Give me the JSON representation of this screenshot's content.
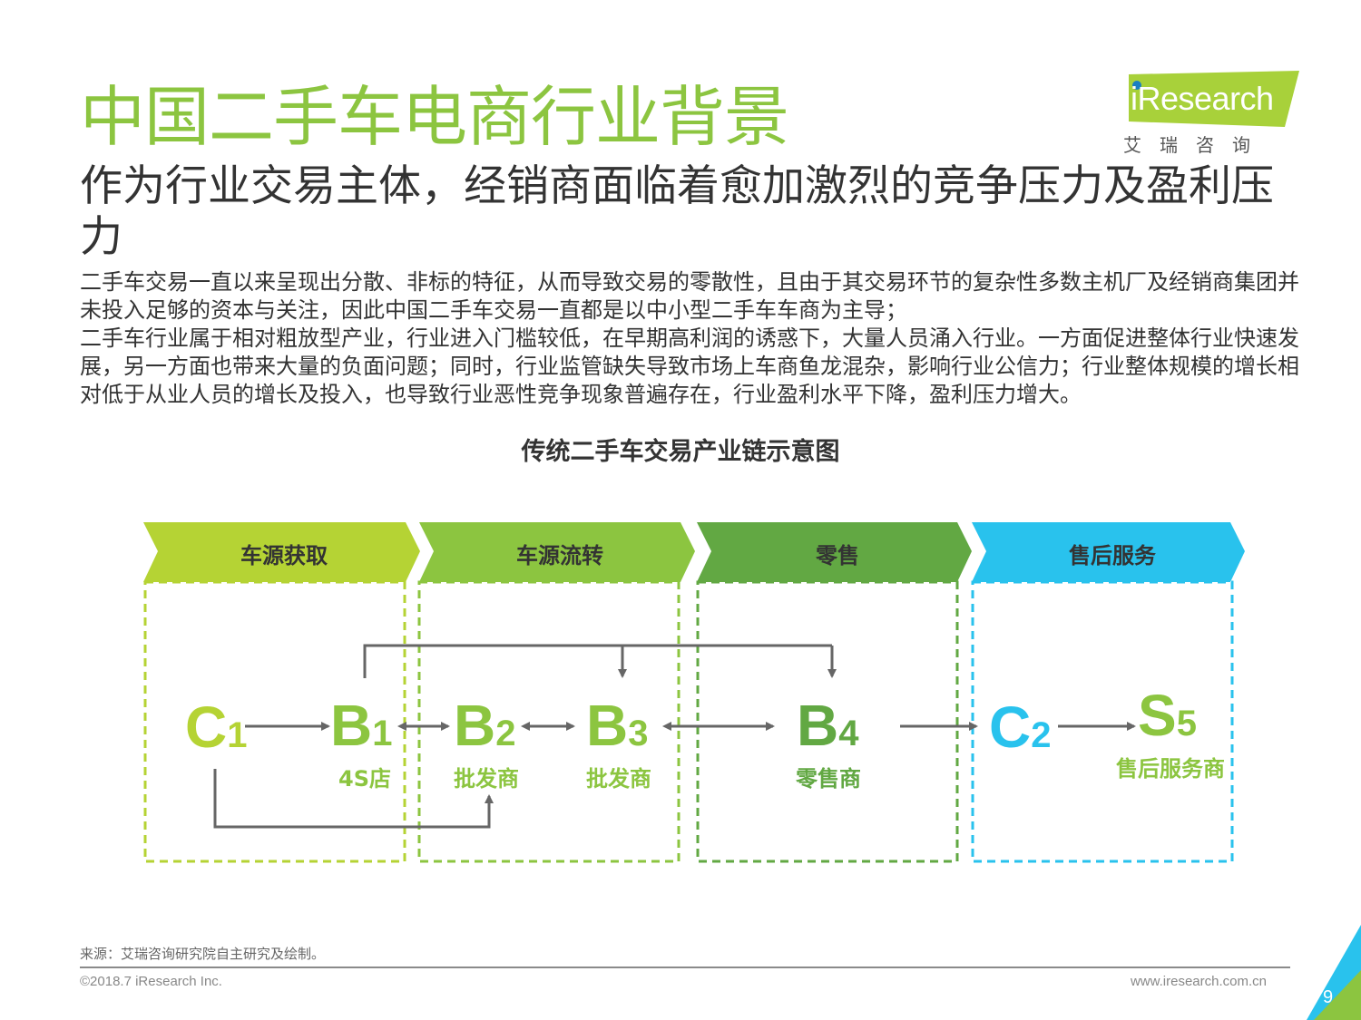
{
  "header": {
    "title": "中国二手车电商行业背景",
    "subtitle": "作为行业交易主体，经销商面临着愈加激烈的竞争压力及盈利压力"
  },
  "logo": {
    "text": "Research",
    "i_letter": "i",
    "chinese": "艾瑞咨询"
  },
  "body": {
    "paragraph1": "二手车交易一直以来呈现出分散、非标的特征，从而导致交易的零散性，且由于其交易环节的复杂性多数主机厂及经销商集团并未投入足够的资本与关注，因此中国二手车交易一直都是以中小型二手车车商为主导；",
    "paragraph2": "二手车行业属于相对粗放型产业，行业进入门槛较低，在早期高利润的诱惑下，大量人员涌入行业。一方面促进整体行业快速发展，另一方面也带来大量的负面问题；同时，行业监管缺失导致市场上车商鱼龙混杂，影响行业公信力；行业整体规模的增长相对低于从业人员的增长及投入，也导致行业恶性竞争现象普遍存在，行业盈利水平下降，盈利压力增大。"
  },
  "diagram": {
    "title": "传统二手车交易产业链示意图",
    "stages": [
      {
        "label": "车源获取",
        "color": "#b5d334"
      },
      {
        "label": "车源流转",
        "color": "#8cc540"
      },
      {
        "label": "零售",
        "color": "#62a843"
      },
      {
        "label": "售后服务",
        "color": "#29c2ed"
      }
    ],
    "nodes": {
      "c1": {
        "main": "C",
        "sub": "1"
      },
      "b1": {
        "main": "B",
        "sub": "1",
        "label": "4S店"
      },
      "b2": {
        "main": "B",
        "sub": "2",
        "label": "批发商"
      },
      "b3": {
        "main": "B",
        "sub": "3",
        "label": "批发商"
      },
      "b4": {
        "main": "B",
        "sub": "4",
        "label": "零售商"
      },
      "c2": {
        "main": "C",
        "sub": "2"
      },
      "s5": {
        "main": "S",
        "sub": "5",
        "label": "售后服务商"
      }
    },
    "colors": {
      "green": "#8cc540",
      "light_green": "#b5d334",
      "dark_green": "#62a843",
      "blue": "#29c2ed",
      "arrow": "#666666"
    }
  },
  "footer": {
    "source": "来源：艾瑞咨询研究院自主研究及绘制。",
    "copyright": "©2018.7 iResearch Inc.",
    "website": "www.iresearch.com.cn",
    "page": "9"
  }
}
